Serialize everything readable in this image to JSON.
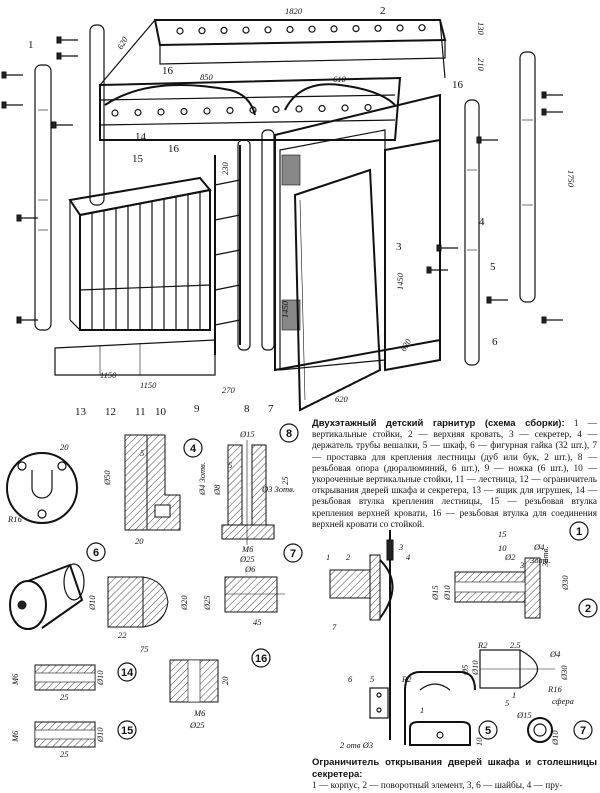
{
  "caption_main": {
    "title": "Двухэтажный детский гарнитур (схема сборки):",
    "text": "1 — вертикальные стойки, 2 — верхняя кровать, 3 — секретер, 4 — держатель трубы вешалки, 5 — шкаф, 6 — фигурная гайка (32 шт.), 7 — проставка для крепления лестницы (дуб или бук, 2 шт.), 8 — резьбовая опора (дюралюминий, 6 шт.), 9 — ножка (6 шт.), 10 — укороченные вертикальные стойки, 11 — лестница, 12 — ограничитель открывания дверей шкафа и секретера, 13 — ящик для игрушек, 14 — резьбовая втулка крепления лестницы, 15 — резьбовая втулка крепления верхней кровати, 16 — резьбовая втулка для соединения верхней кровати со стойкой."
  },
  "caption_bottom": {
    "title": "Ограничитель открывания дверей шкафа и столешницы секретера:",
    "text": "1 — корпус, 2 — поворотный элемент, 3, 6 — шайбы, 4 — пру-"
  },
  "assembly_dims": [
    "1820",
    "620",
    "850",
    "610",
    "130",
    "210",
    "1750",
    "1150",
    "1450",
    "1450",
    "620",
    "620",
    "1150",
    "270",
    "230"
  ],
  "callouts": [
    "1",
    "2",
    "3",
    "4",
    "5",
    "6",
    "7",
    "8",
    "9",
    "10",
    "11",
    "12",
    "13",
    "14",
    "15",
    "16",
    "16",
    "16"
  ],
  "detail_labels": {
    "d4": "4",
    "d8": "8",
    "d6": "6",
    "d7": "7",
    "d14": "14",
    "d15": "15",
    "d16": "16",
    "r1": "1",
    "r2": "2",
    "r5": "5",
    "r7": "7"
  },
  "detail_dims": {
    "d4": [
      "20",
      "R16",
      "5",
      "20",
      "Ø4 3отв.",
      "Ø8",
      "Ø50"
    ],
    "d8": [
      "Ø15",
      "5",
      "25",
      "Ø3 3отв.",
      "M6",
      "Ø25"
    ],
    "d6": [
      "Ø10",
      "Ø20",
      "Ø25",
      "22",
      "75",
      "Ø6",
      "45"
    ],
    "d14": [
      "M6",
      "Ø10",
      "25"
    ],
    "d15": [
      "M6",
      "Ø10",
      "25"
    ],
    "d16": [
      "20",
      "M6",
      "Ø25"
    ],
    "mech": [
      "1",
      "2",
      "3",
      "4",
      "5",
      "6",
      "7",
      "R2",
      "2 отв Ø3"
    ],
    "r1": [
      "15",
      "10",
      "Ø2",
      "3отв.",
      "Ø4",
      "Ø30",
      "Ø15",
      "Ø10",
      "3",
      "3отв."
    ],
    "r2": [
      "R2",
      "2.5",
      "Ø5",
      "Ø10",
      "R16",
      "1",
      "Ø4",
      "Ø30",
      "5",
      "сфера"
    ],
    "r5": [
      "1",
      "10"
    ],
    "r7": [
      "Ø10",
      "Ø15"
    ]
  }
}
